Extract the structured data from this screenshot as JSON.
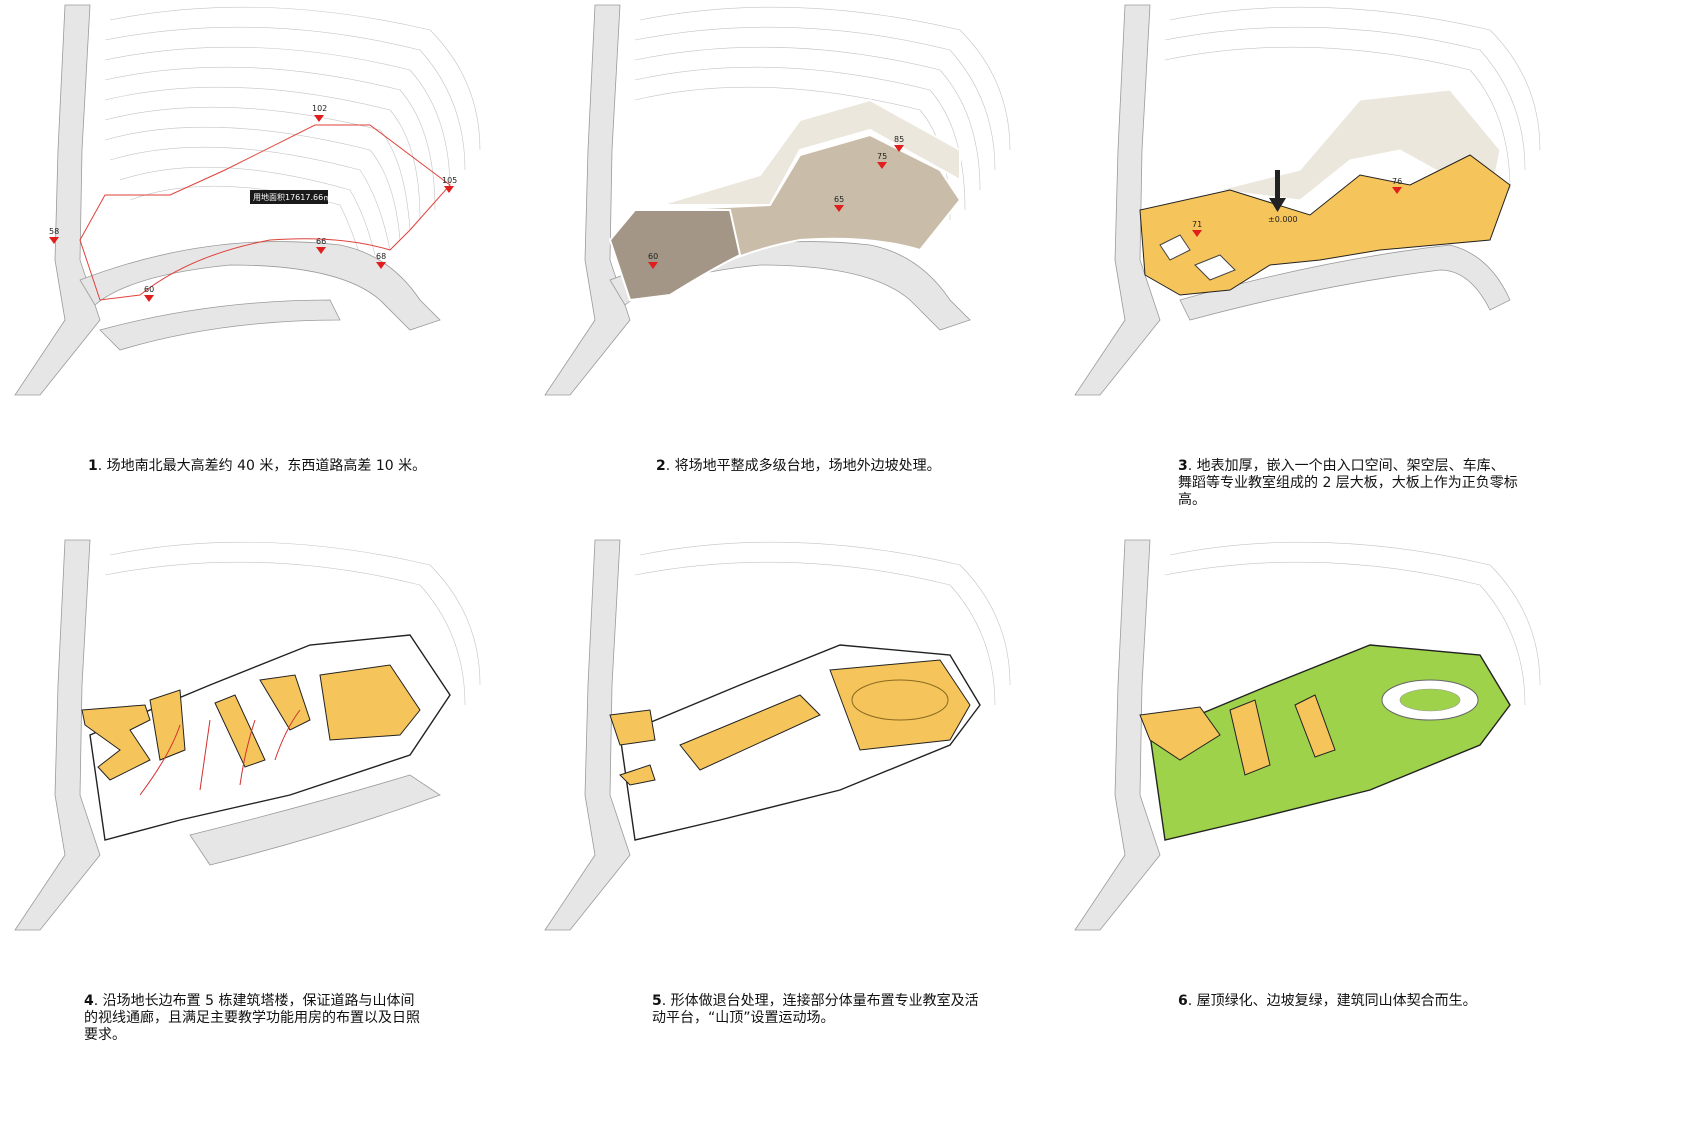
{
  "panels": [
    {
      "number": "1",
      "caption": ". 场地南北最大高差约 40 米，东西道路高差 10 米。",
      "elevations": [
        "102",
        "105",
        "58",
        "60",
        "66",
        "68"
      ],
      "area_label": "用地面积17617.66㎡"
    },
    {
      "number": "2",
      "caption": ". 将场地平整成多级台地，场地外边坡处理。",
      "elevations": [
        "85",
        "75",
        "65",
        "60"
      ]
    },
    {
      "number": "3",
      "caption": ". 地表加厚，嵌入一个由入口空间、架空层、车库、舞蹈等专业教室组成的 2 层大板，大板上作为正负零标高。",
      "elevations": [
        "76",
        "71"
      ],
      "zero_label": "±0.000"
    },
    {
      "number": "4",
      "caption": ". 沿场地长边布置 5 栋建筑塔楼，保证道路与山体间的视线通廊，且满足主要教学功能用房的布置以及日照要求。"
    },
    {
      "number": "5",
      "caption": ". 形体做退台处理，连接部分体量布置专业教室及活动平台，“山顶”设置运动场。"
    },
    {
      "number": "6",
      "caption": ". 屋顶绿化、边坡复绿，建筑同山体契合而生。"
    }
  ],
  "colors": {
    "site_boundary": "#e0413a",
    "marker": "#e01e1e",
    "terrace_dark": "#a39686",
    "terrace_mid": "#c9bca8",
    "slab": "#f5c45a",
    "green": "#9ed24a",
    "road": "#e6e6e6",
    "contour": "#bdbdbd"
  }
}
